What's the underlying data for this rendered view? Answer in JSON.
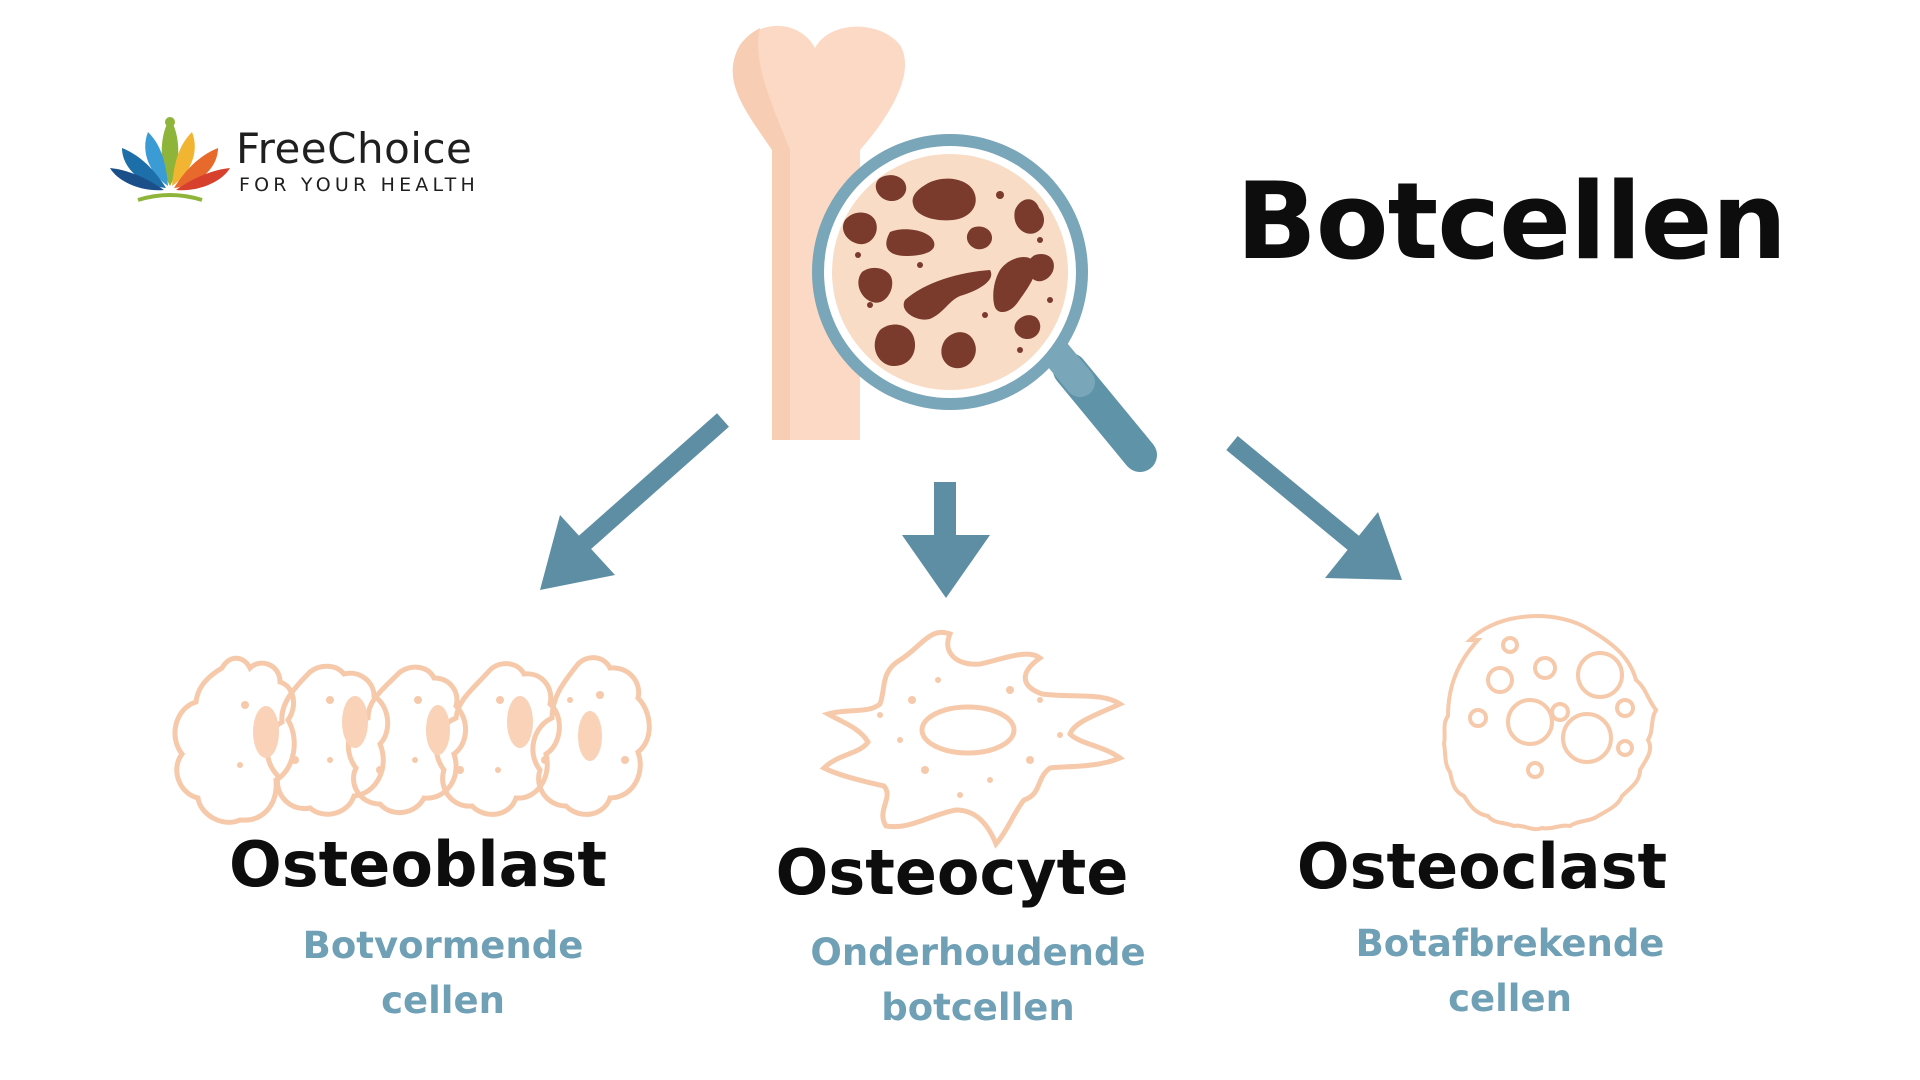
{
  "logo": {
    "brand": "FreeChoice",
    "tagline": "FOR YOUR HEALTH"
  },
  "title": "Botcellen",
  "cells": [
    {
      "name": "Osteoblast",
      "description_line1": "Botvormende",
      "description_line2": "cellen"
    },
    {
      "name": "Osteocyte",
      "description_line1": "Onderhoudende",
      "description_line2": "botcellen"
    },
    {
      "name": "Osteoclast",
      "description_line1": "Botafbrekende",
      "description_line2": "cellen"
    }
  ],
  "colors": {
    "bone": "#fbd9c4",
    "bone_shade": "#f4c7aa",
    "lens_ring": "#7aa6b9",
    "magnifier_handle": "#5f93a8",
    "bone_spots": "#7a3a2c",
    "arrow": "#5d8ea3",
    "cell_outline": "#f6c9aa",
    "title_text": "#0d0d0d",
    "description_text": "#6fa0b6"
  }
}
